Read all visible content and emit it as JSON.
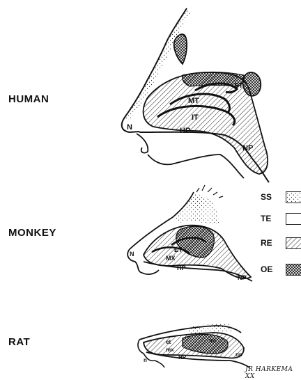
{
  "species": {
    "human": "HUMAN",
    "monkey": "MONKEY",
    "rat": "RAT"
  },
  "legend": [
    {
      "code": "SS",
      "pattern": "stipple"
    },
    {
      "code": "TE",
      "pattern": "plain"
    },
    {
      "code": "RE",
      "pattern": "diagonal-hatch"
    },
    {
      "code": "OE",
      "pattern": "crosshatch"
    }
  ],
  "labels": {
    "human": {
      "st": "ST",
      "mt": "MT",
      "it": "IT",
      "hp": "HP",
      "np": "NP",
      "n": "N"
    },
    "monkey": {
      "et": "ET",
      "mx": "MX",
      "hp": "HP",
      "np": "NP",
      "n": "N"
    },
    "rat": {
      "et": "et",
      "mt": "mt",
      "mx": "mx",
      "hp": "HP",
      "np": "np",
      "n": "n"
    }
  },
  "signature": "JR HARKEMA XX"
}
